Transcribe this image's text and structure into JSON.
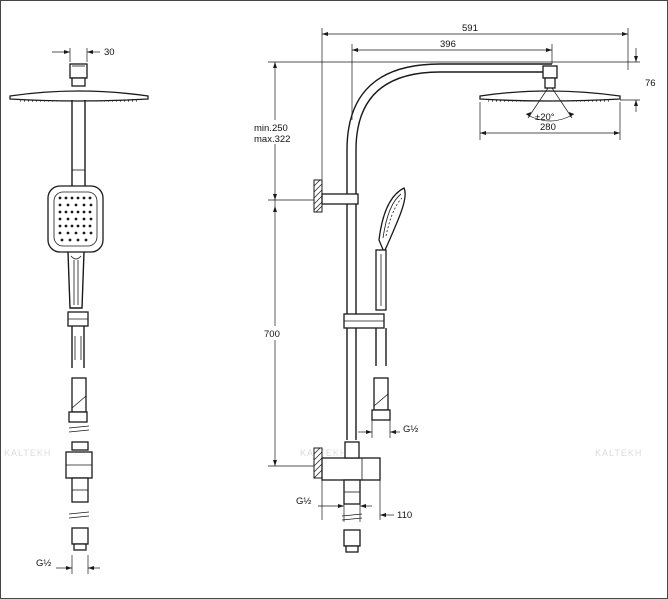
{
  "watermark": "KALTEKH",
  "dimensions": {
    "front_width": "30",
    "total_projection": "591",
    "arm_projection": "396",
    "head_height": "76",
    "tilt": "±20°",
    "head_diameter": "280",
    "arm_height_min": "min.250",
    "arm_height_max": "max.322",
    "bar_length": "700",
    "thread_handshower": "G½",
    "thread_inlet": "G½",
    "inlet_offset": "110",
    "thread_front": "G½"
  }
}
